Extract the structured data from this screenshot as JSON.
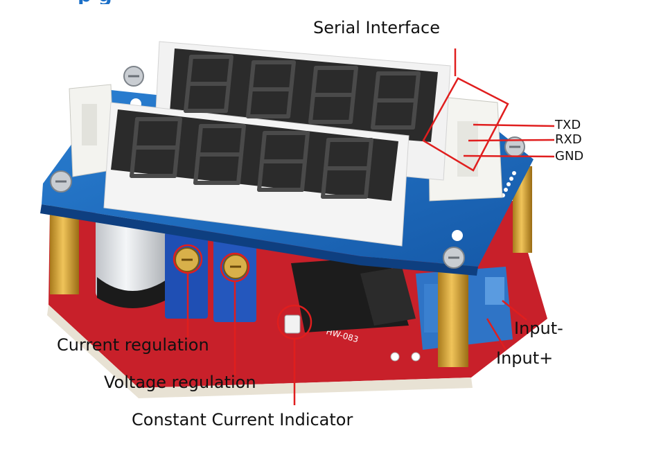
{
  "title_fragment": "p                                    g",
  "labels": {
    "serial_interface": "Serial Interface",
    "txd": "TXD",
    "rxd": "RXD",
    "gnd": "GND",
    "current_regulation": "Current regulation",
    "voltage_regulation": "Voltage regulation",
    "constant_current_indicator": "Constant Current Indicator",
    "input_minus": "Input-",
    "input_plus": "Input+"
  },
  "board_markings": {
    "model": "HW-083"
  },
  "colors": {
    "annotation": "#e01e1e",
    "title": "#1a6fc8",
    "pcb_blue": "#1d6fc4",
    "pcb_red": "#c4202a",
    "display_face": "#2a2a2a",
    "display_housing": "#f2f2f2",
    "connector": "#f4f4f0",
    "standoff": "#d8a53a"
  }
}
